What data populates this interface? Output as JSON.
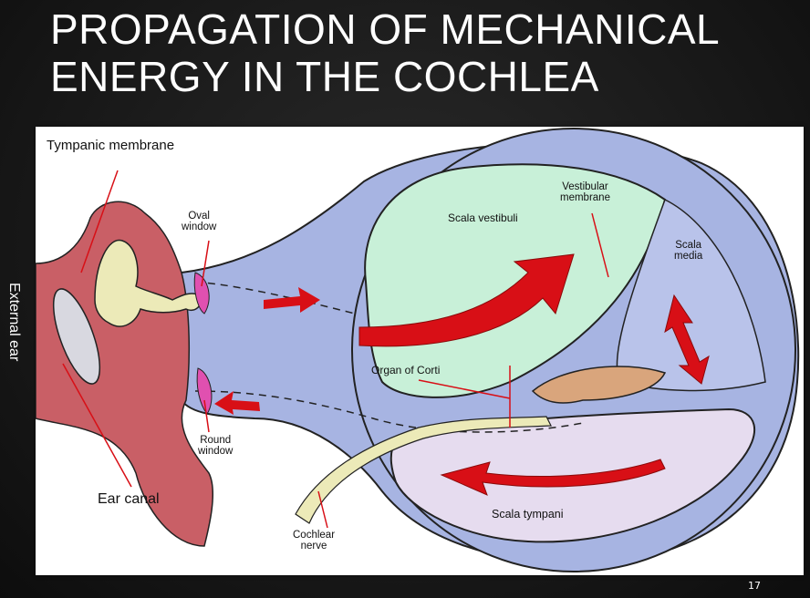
{
  "slide": {
    "title_line1": "PROPAGATION OF MECHANICAL",
    "title_line2": "ENERGY IN THE COCHLEA",
    "side_label": "External ear",
    "page_number": "17"
  },
  "diagram": {
    "labels": {
      "tympanic_membrane": "Tympanic membrane",
      "oval_window": "Oval\nwindow",
      "round_window": "Round\nwindow",
      "ear_canal": "Ear canal",
      "cochlear_nerve": "Cochlear\nnerve",
      "scala_vestibuli": "Scala vestibuli",
      "vestibular_membrane": "Vestibular\nmembrane",
      "scala_media": "Scala\nmedia",
      "organ_of_corti": "Organ of Corti",
      "scala_tympani": "Scala tympani"
    },
    "colors": {
      "cochlea_blue": "#a7b4e2",
      "scala_vestibuli_fill": "#c8f0d8",
      "scala_tympani_fill": "#e6dcef",
      "ear_tissue": "#c95f66",
      "bone": "#eceab8",
      "arrow_red": "#d80f16",
      "organ_tan": "#d9a57c"
    }
  }
}
